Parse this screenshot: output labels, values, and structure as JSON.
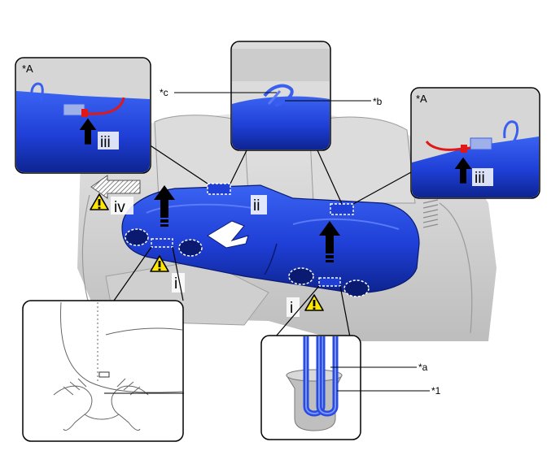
{
  "labels": {
    "panel_left_tag": "*A",
    "panel_right_tag": "*A",
    "callout_c": "*c",
    "callout_b": "*b",
    "callout_a": "*a",
    "callout_1": "*1",
    "step_iii_left": "iii",
    "step_iii_right": "iii",
    "step_iv": "iv",
    "step_ii": "ii",
    "step_i_left": "i",
    "step_i_right": "i"
  },
  "icons": {
    "warning": "warning-triangle-icon",
    "arrow": "up-arrow-icon",
    "direction": "hatched-left-arrow-icon"
  },
  "colors": {
    "seat_blue": "#1f3fd6",
    "seat_dark": "#0b1f8a",
    "clip_blue": "#3a5ff0",
    "wire_red": "#e01818",
    "warning_yellow": "#ffe600",
    "line": "#000000",
    "bg_gray": "#d9d9d9"
  }
}
